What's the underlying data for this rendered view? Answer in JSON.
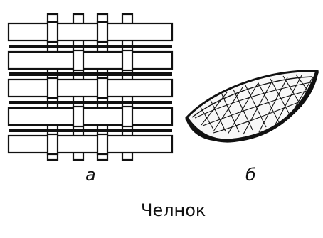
{
  "figure": {
    "label_a": "а",
    "label_b": "б",
    "caption": "Челнок"
  },
  "colors": {
    "ink": "#111111",
    "paper": "#ffffff"
  },
  "parts": {
    "left": "woven-fabric-illustration",
    "right": "shuttle-illustration"
  }
}
